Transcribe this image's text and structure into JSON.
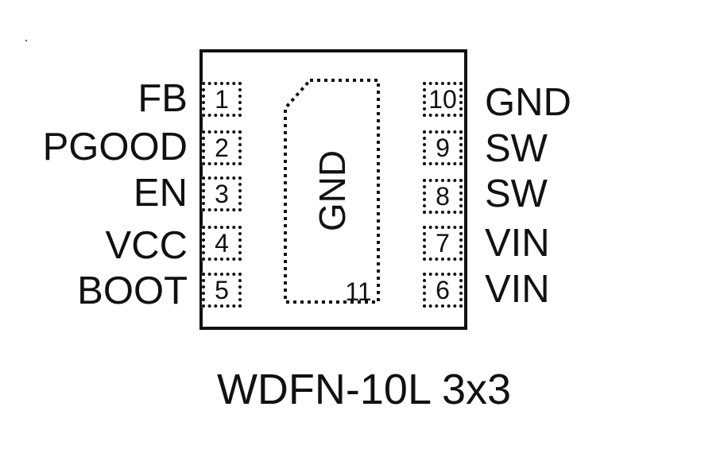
{
  "package_name": "WDFN-10L 3x3",
  "left_pins": [
    {
      "number": "1",
      "label": "FB"
    },
    {
      "number": "2",
      "label": "PGOOD"
    },
    {
      "number": "3",
      "label": "EN"
    },
    {
      "number": "4",
      "label": "VCC"
    },
    {
      "number": "5",
      "label": "BOOT"
    }
  ],
  "right_pins": [
    {
      "number": "10",
      "label": "GND"
    },
    {
      "number": "9",
      "label": "SW"
    },
    {
      "number": "8",
      "label": "SW"
    },
    {
      "number": "7",
      "label": "VIN"
    },
    {
      "number": "6",
      "label": "VIN"
    }
  ],
  "exposed_pad": {
    "number": "11",
    "label": "GND"
  },
  "colors": {
    "ink": "#111111",
    "background": "#ffffff"
  }
}
